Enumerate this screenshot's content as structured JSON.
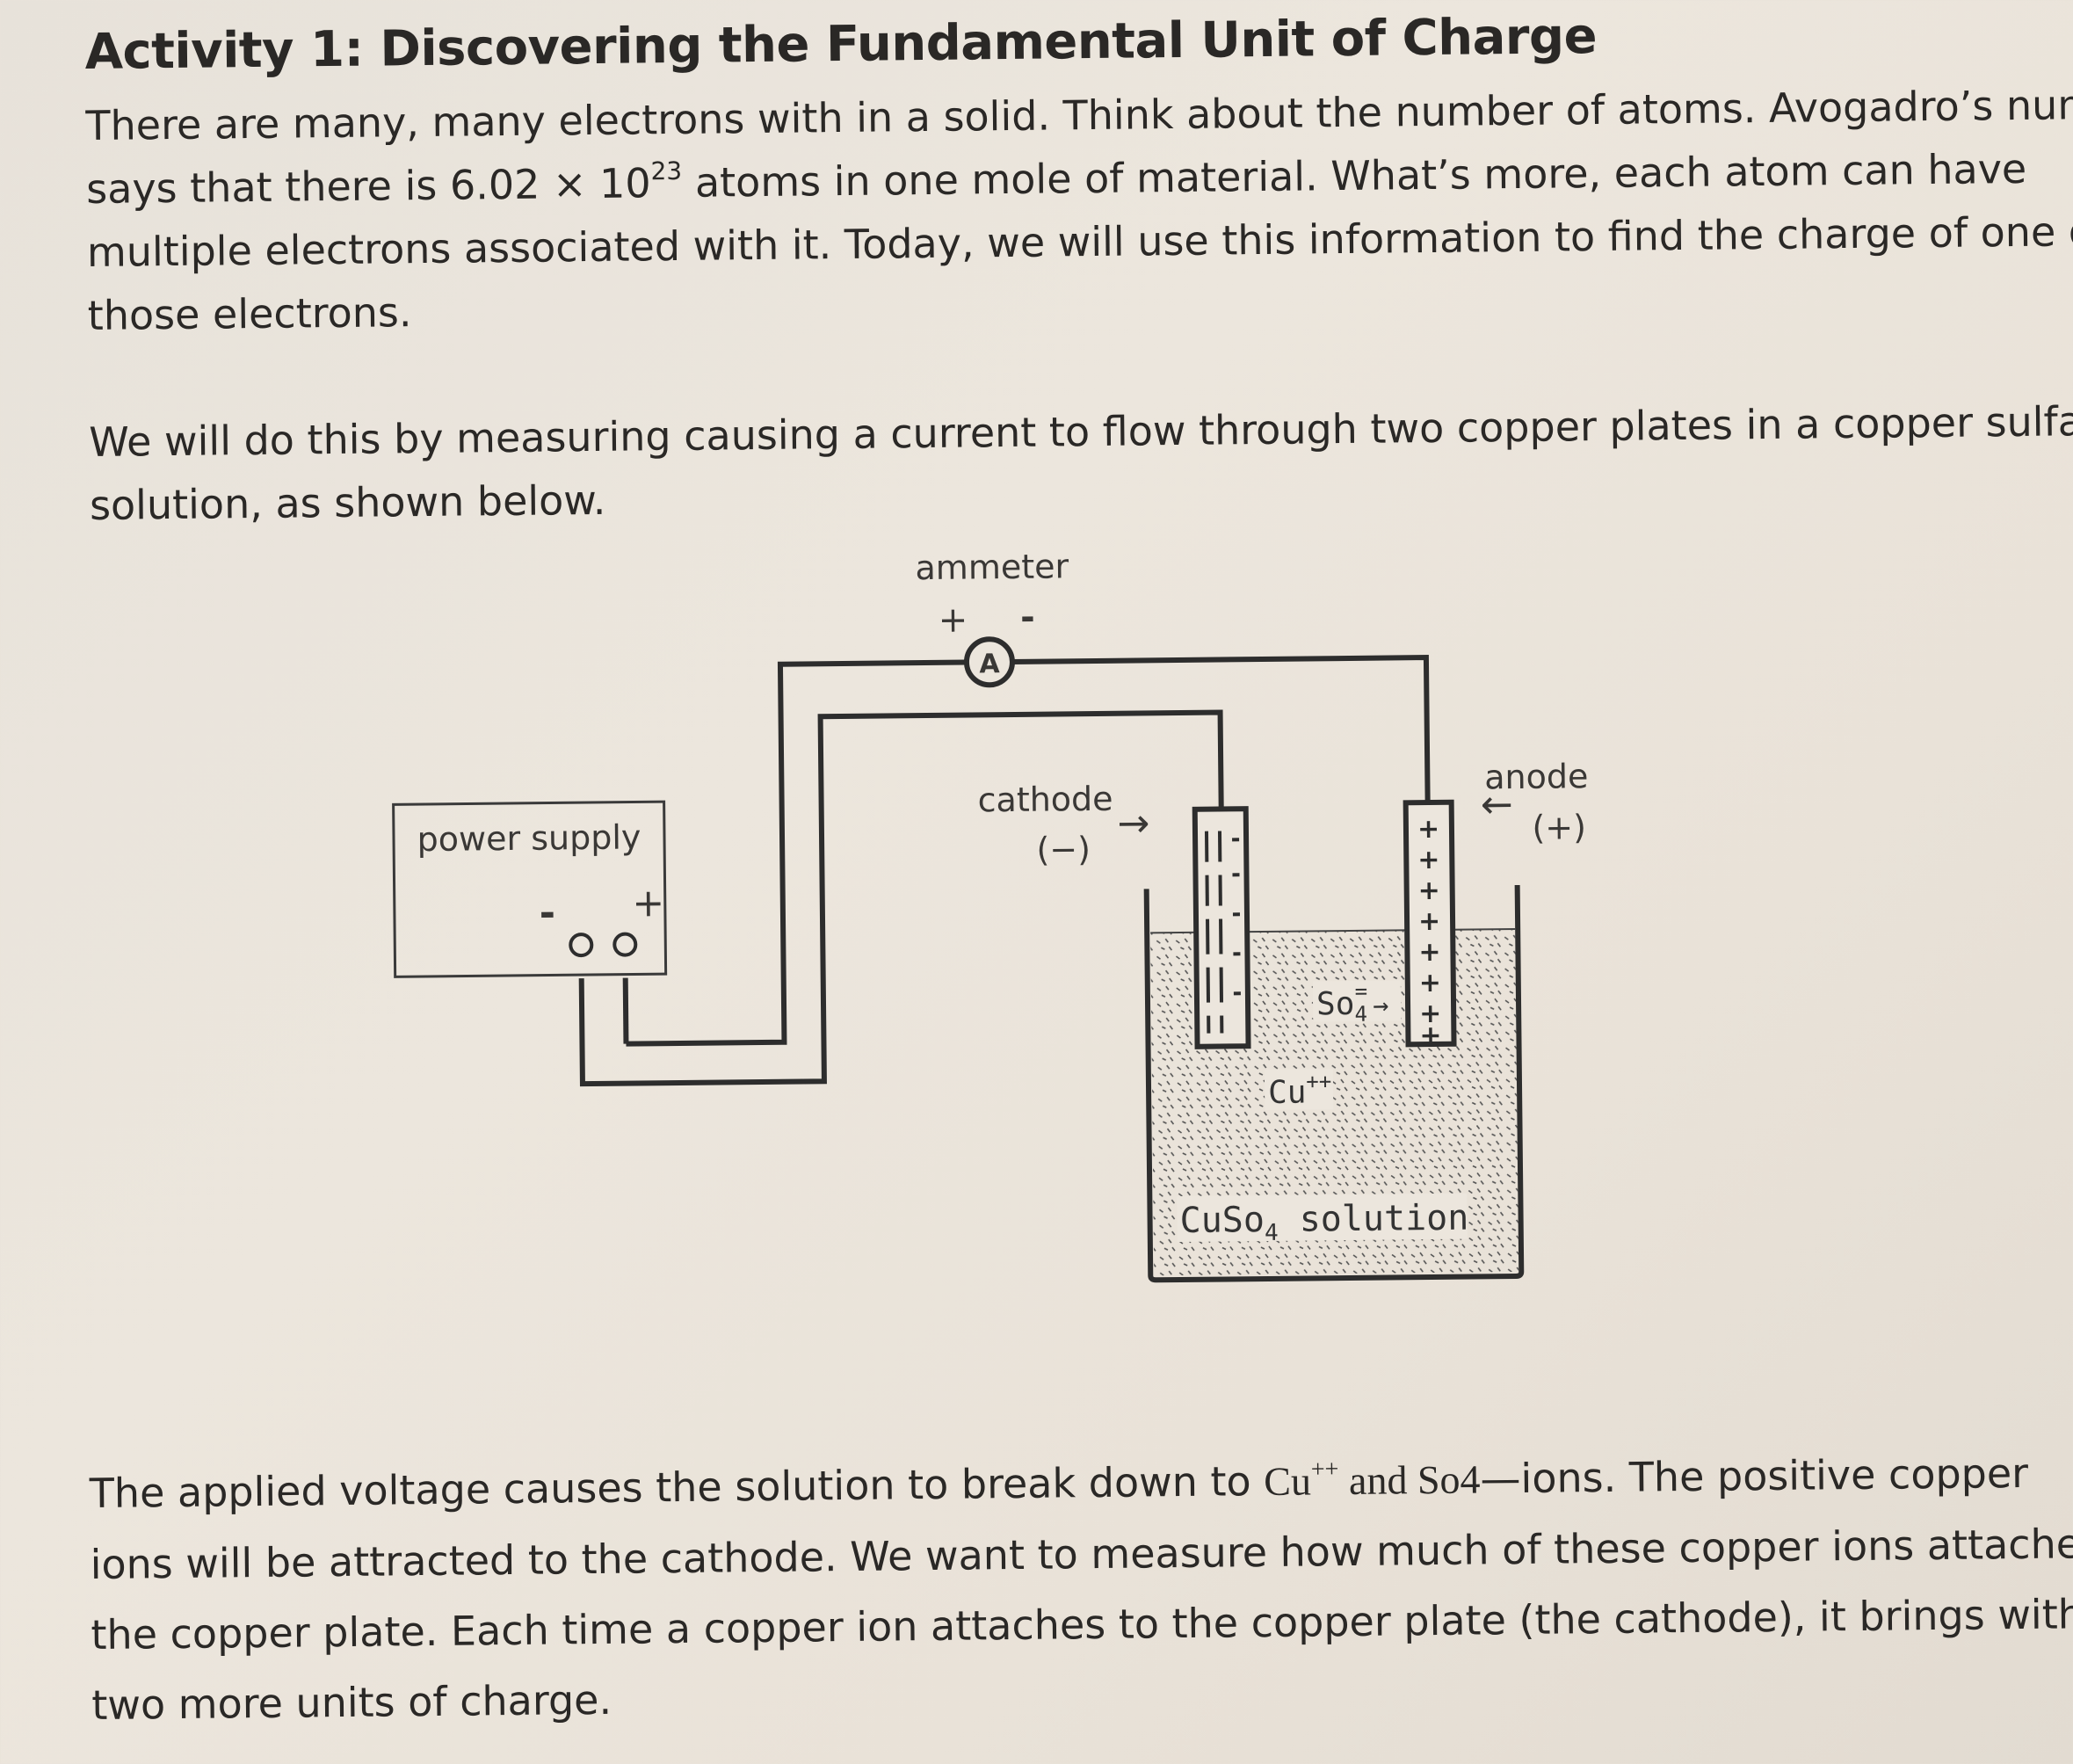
{
  "document": {
    "title": "Activity 1: Discovering the Fundamental Unit of Charge",
    "intro": {
      "line1": "There are many, many electrons with in a solid. Think about the number of atoms. Avogadro’s number",
      "line2_a": "says that there is 6.02 × 10",
      "line2_sup": "23",
      "line2_b": " atoms in one mole of material. What’s more, each atom can have",
      "line3": "multiple electrons associated with it. Today, we will use this information to find the charge of one of",
      "line4": "those electrons."
    },
    "method": {
      "line1": "We will do this by measuring causing a current to flow through two copper plates in a copper sulfate",
      "line2": "solution, as shown below."
    },
    "explanation": {
      "line1_a": "The applied voltage causes the solution to break down to ",
      "line1_cu": "Cu",
      "line1_cu_sup": "++",
      "line1_and": " and So4",
      "line1_dash": "—",
      "line1_b": "ions. The positive copper",
      "line2": "ions will be attracted to the cathode. We want to measure how much of these copper ions attached to",
      "line3": "the copper plate. Each time a copper ion attaches to the copper plate (the cathode), it brings with it",
      "line4": "two more units of charge."
    }
  },
  "diagram": {
    "ammeter_label": "ammeter",
    "ammeter_plus": "+",
    "ammeter_minus": "-",
    "ammeter_symbol": "A",
    "power_supply_label": "power supply",
    "terminal_minus": "-",
    "terminal_plus": "+",
    "cathode_label": "cathode",
    "cathode_sign": "(−)",
    "anode_label": "anode",
    "anode_sign": "(+)",
    "arrow_right": "→",
    "arrow_left": "←",
    "sulfate_ion": "So",
    "sulfate_sub": "4",
    "sulfate_sup": "=",
    "copper_ion": "Cu",
    "copper_sup": "++",
    "solution_a": "CuSo",
    "solution_sub": "4",
    "solution_b": " solution"
  }
}
